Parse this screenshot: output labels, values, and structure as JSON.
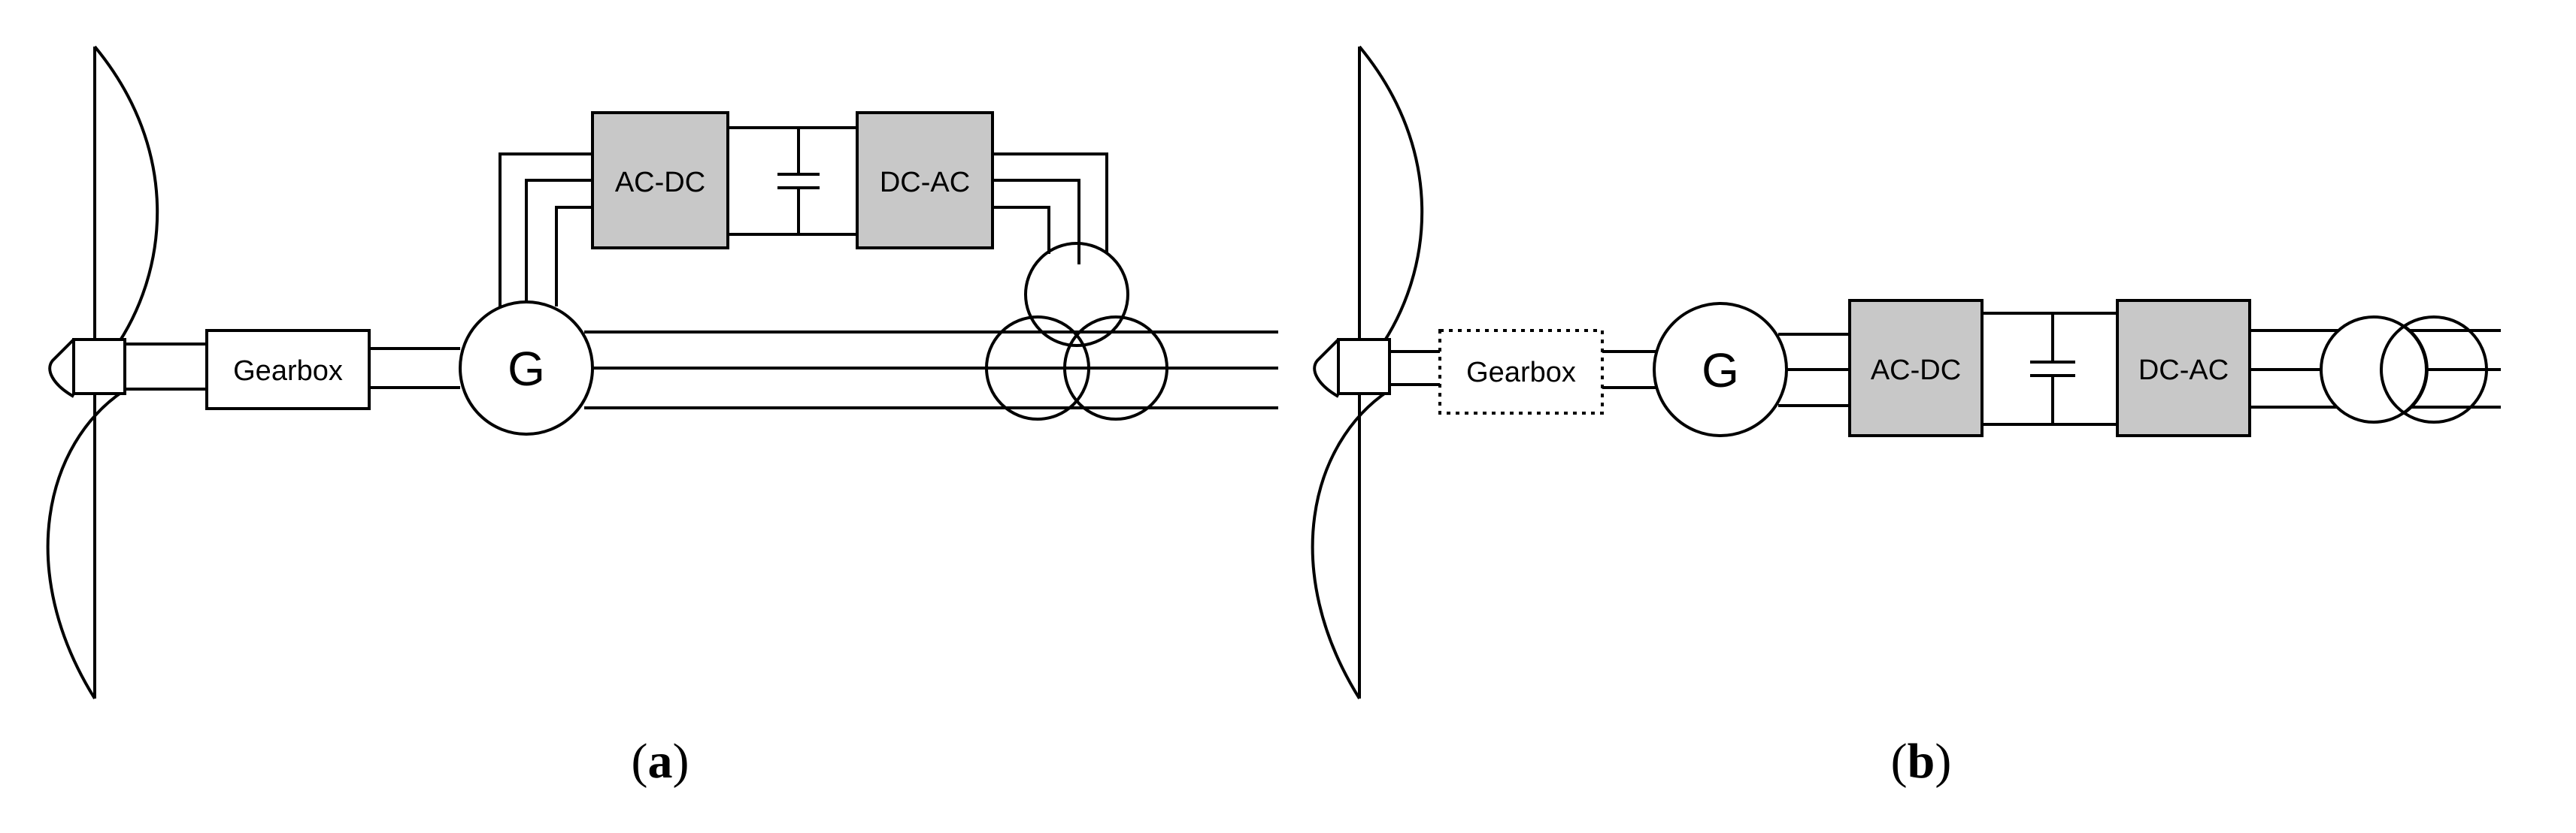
{
  "diagram_a": {
    "gearbox_label": "Gearbox",
    "generator_label": "G",
    "rectifier_label": "AC-DC",
    "inverter_label": "DC-AC",
    "caption_open": "(",
    "caption_letter": "a",
    "caption_close": ")"
  },
  "diagram_b": {
    "gearbox_label": "Gearbox",
    "generator_label": "G",
    "rectifier_label": "AC-DC",
    "inverter_label": "DC-AC",
    "caption_open": "(",
    "caption_letter": "b",
    "caption_close": ")"
  },
  "colors": {
    "stroke": "#000000",
    "converter_fill": "#c8c8c8",
    "box_fill": "#ffffff"
  }
}
